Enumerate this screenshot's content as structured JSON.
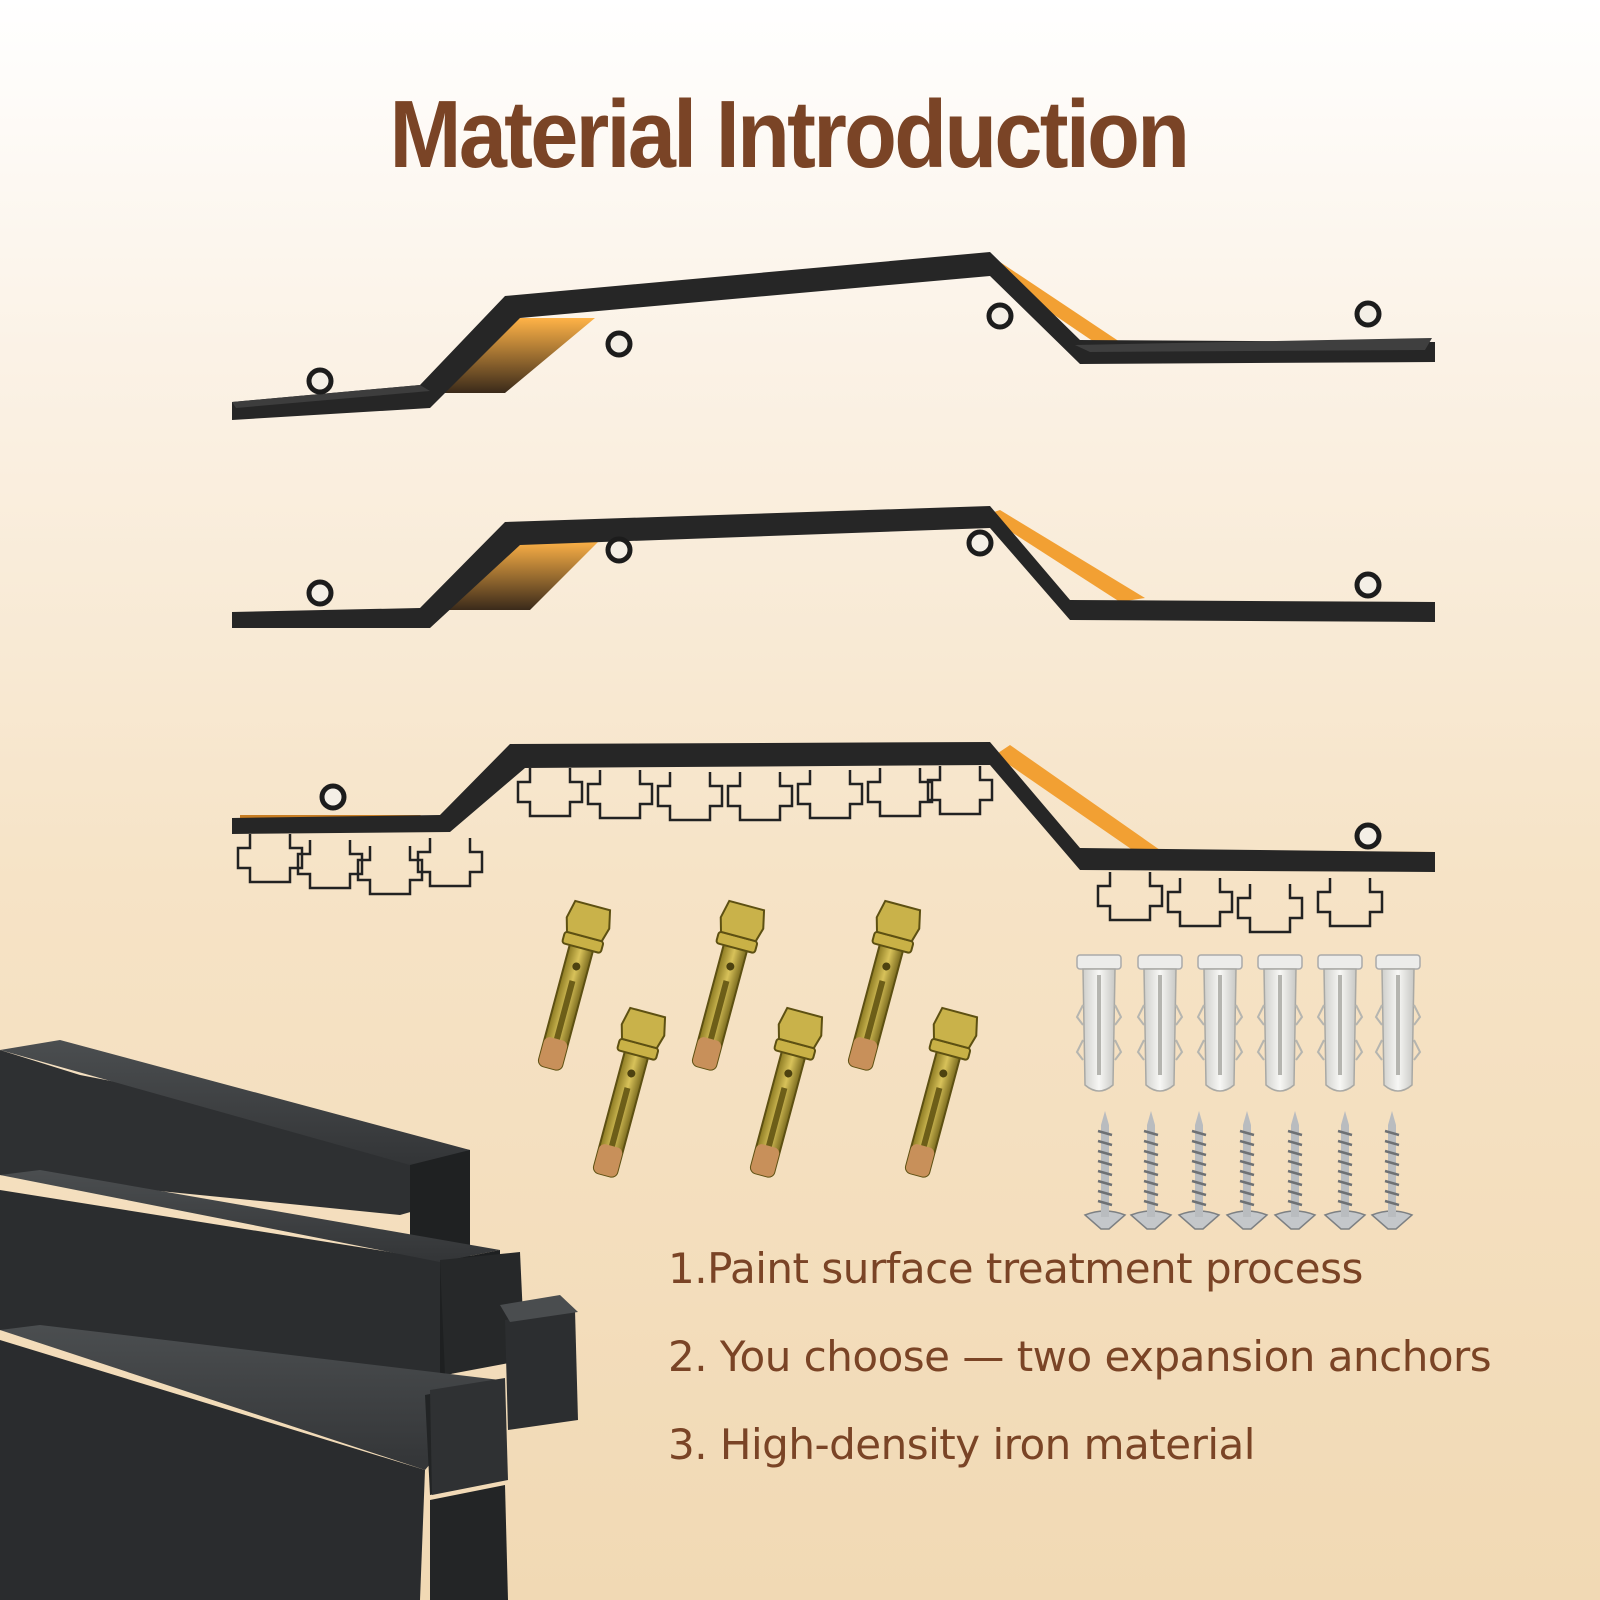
{
  "title": "Material Introduction",
  "features": [
    "1.Paint surface treatment process",
    "2. You choose — two expansion anchors",
    "3. High-density iron material"
  ],
  "colors": {
    "title": "#7a4426",
    "shelf": "#2a2a2a",
    "glow": "#f39a1c",
    "iron_bar": "#353738",
    "bolt": "#b8a13a",
    "anchor": "#e9e9e6",
    "screw": "#b9bcbf"
  }
}
